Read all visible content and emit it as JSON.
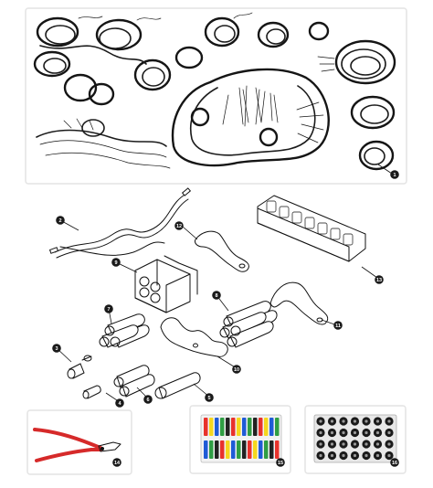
{
  "callouts": [
    {
      "id": "1",
      "label": "1"
    },
    {
      "id": "2",
      "label": "2"
    },
    {
      "id": "3",
      "label": "3"
    },
    {
      "id": "4",
      "label": "4"
    },
    {
      "id": "5",
      "label": "5"
    },
    {
      "id": "6",
      "label": "6"
    },
    {
      "id": "7",
      "label": "7"
    },
    {
      "id": "8",
      "label": "8"
    },
    {
      "id": "9",
      "label": "9"
    },
    {
      "id": "10",
      "label": "10"
    },
    {
      "id": "11",
      "label": "11"
    },
    {
      "id": "12",
      "label": "12"
    },
    {
      "id": "13",
      "label": "13"
    },
    {
      "id": "14",
      "label": "14"
    },
    {
      "id": "15",
      "label": "15"
    },
    {
      "id": "16",
      "label": "16"
    }
  ],
  "colors": {
    "badge": "#1a1a1a",
    "badge_text": "#ffffff",
    "frame_border": "#e4e4e4",
    "crimper_handle": "#d62a2a",
    "shrink_colors": [
      "#e8322c",
      "#f5d71e",
      "#1f5bd6",
      "#2f9e44",
      "#222222"
    ]
  }
}
